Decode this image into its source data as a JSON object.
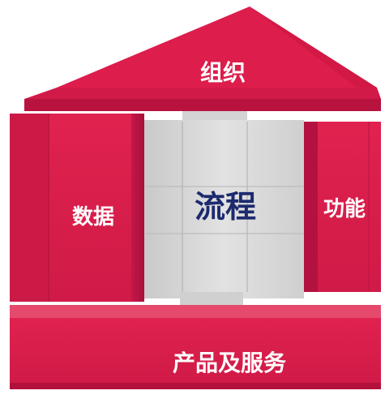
{
  "diagram": {
    "roof_label": "组织",
    "left_label": "数据",
    "center_label": "流程",
    "right_label": "功能",
    "base_label": "产品及服务"
  },
  "colors": {
    "red_front": "#dc1f4e",
    "red_side": "#b81440",
    "red_top": "#e9476b",
    "center_text": "#1c2a6e",
    "grey_block": "#d8d8d8",
    "white_text": "#ffffff"
  }
}
